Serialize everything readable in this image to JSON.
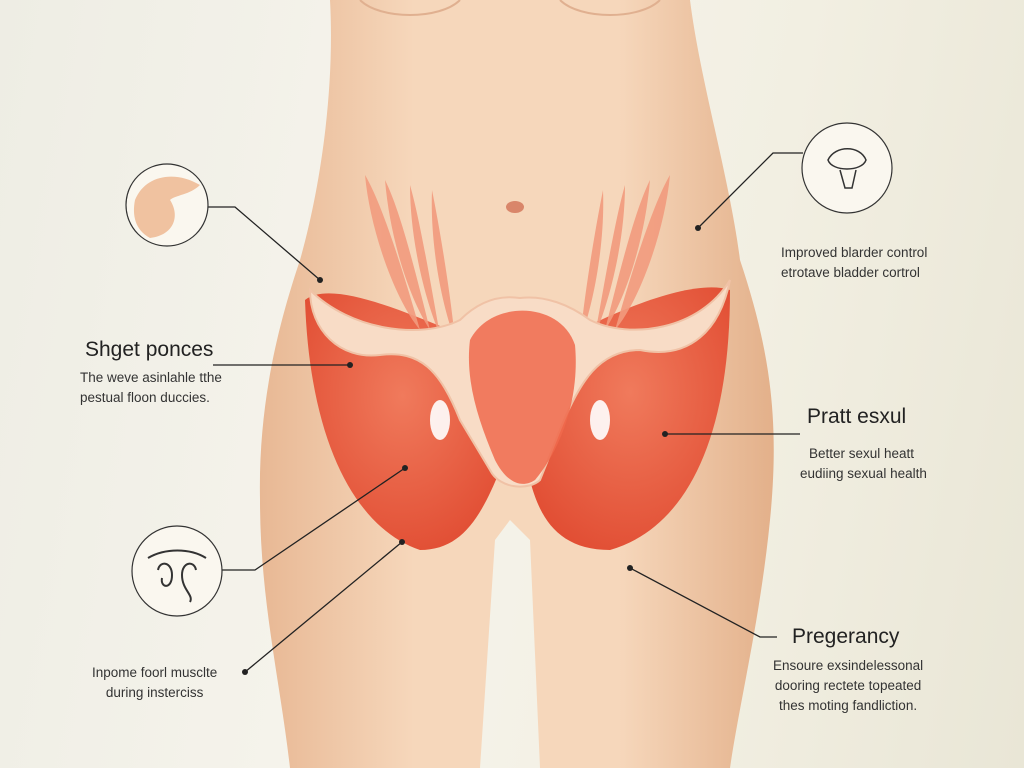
{
  "callouts": {
    "left_top": {
      "title": "Shget ponces",
      "lines": [
        "The weve asinlahle tthe",
        "pestual floon duccies."
      ]
    },
    "right_top": {
      "lines": [
        "Improved blarder control",
        "etrotave bladder cortrol"
      ]
    },
    "right_mid": {
      "title": "Pratt esxul",
      "lines": [
        "Better sexul heatt",
        "eudiing sexual health"
      ]
    },
    "right_bottom": {
      "title": "Pregerancy",
      "lines": [
        "Ensoure exsindelessonal",
        "dooring rectete topeated",
        "thes moting fandliction."
      ]
    },
    "left_bottom": {
      "lines": [
        "Inpome foorl musclte",
        "during insterciss"
      ]
    }
  },
  "colors": {
    "skin": "#f3cfae",
    "muscle": "#e8553a",
    "muscle_light": "#f4a184"
  }
}
